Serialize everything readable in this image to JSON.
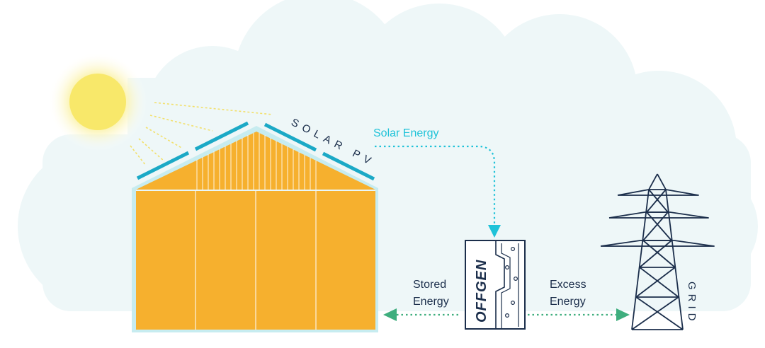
{
  "labels": {
    "solar_pv": "SOLAR PV",
    "solar_energy": "Solar Energy",
    "stored_line1": "Stored",
    "stored_line2": "Energy",
    "excess_line1": "Excess",
    "excess_line2": "Energy",
    "grid": "GRID",
    "device_brand": "OFFGEN"
  },
  "colors": {
    "cloud": "#eef7f8",
    "sun": "#f8e86a",
    "sun_glow": "#fdf6c8",
    "building": "#f6b02e",
    "roof_outline": "#a9e3ea",
    "panel": "#1ba9c6",
    "solar_flow": "#1ec2d8",
    "stored_excess_flow": "#3fae7e",
    "navy": "#1b2e4b"
  },
  "icons": {
    "sun": "sun-icon",
    "building": "warehouse-icon",
    "device": "inverter-battery-icon",
    "tower": "pylon-icon"
  }
}
